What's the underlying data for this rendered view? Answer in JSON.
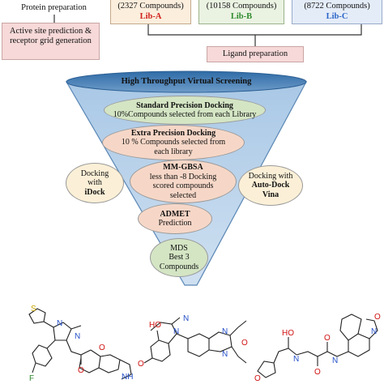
{
  "left_column": {
    "protein_prep": "Protein preparation",
    "active_site": "Active site prediction & receptor grid generation"
  },
  "libraries": [
    {
      "count": "(2327 Compounds)",
      "name": "Lib-A",
      "name_color": "#d0201a",
      "bg": "#fbeedd",
      "border": "#c5a98c"
    },
    {
      "count": "(10158 Compounds)",
      "name": "Lib-B",
      "name_color": "#2e8b2e",
      "bg": "#eaf2e2",
      "border": "#9bb38a"
    },
    {
      "count": "(8722 Compounds)",
      "name": "Lib-C",
      "name_color": "#2a64c8",
      "bg": "#e4ecf8",
      "border": "#98aacb"
    }
  ],
  "ligand_prep": "Ligand preparation",
  "funnel": {
    "title": "High Throughput Virtual Screening",
    "sp_title": "Standard Precision Docking",
    "sp_desc": "10%Compounds selected from each Library",
    "xp_title": "Extra Precision Docking",
    "xp_desc": "10 % Compounds selected from each library",
    "idock_pre": "Docking with",
    "idock_name": "iDock",
    "mmgbsa_title": "MM-GBSA",
    "mmgbsa_desc": "less than -8 Docking scored compounds selected",
    "vina_pre": "Docking with",
    "vina_name": "Auto-Dock Vina",
    "admet_title": "ADMET",
    "admet_desc": "Prediction",
    "mds_title": "MDS",
    "mds_desc": "Best 3 Compounds"
  },
  "molecules": {
    "mol1_atoms": [
      "S",
      "N",
      "N",
      "O",
      "O",
      "F",
      "NH"
    ],
    "mol2_atoms": [
      "N",
      "N",
      "O",
      "N",
      "N",
      "O",
      "HO"
    ],
    "mol3_atoms": [
      "HO",
      "O",
      "N",
      "N",
      "N",
      "O",
      "O",
      "O"
    ]
  },
  "colors": {
    "funnel_top": "#2f6ba6",
    "funnel_body": "#8fb6dc",
    "pink": "#f6d9d8",
    "green": "#d4e5c4",
    "peach": "#f6d7c7",
    "cream": "#fbf0d7"
  }
}
